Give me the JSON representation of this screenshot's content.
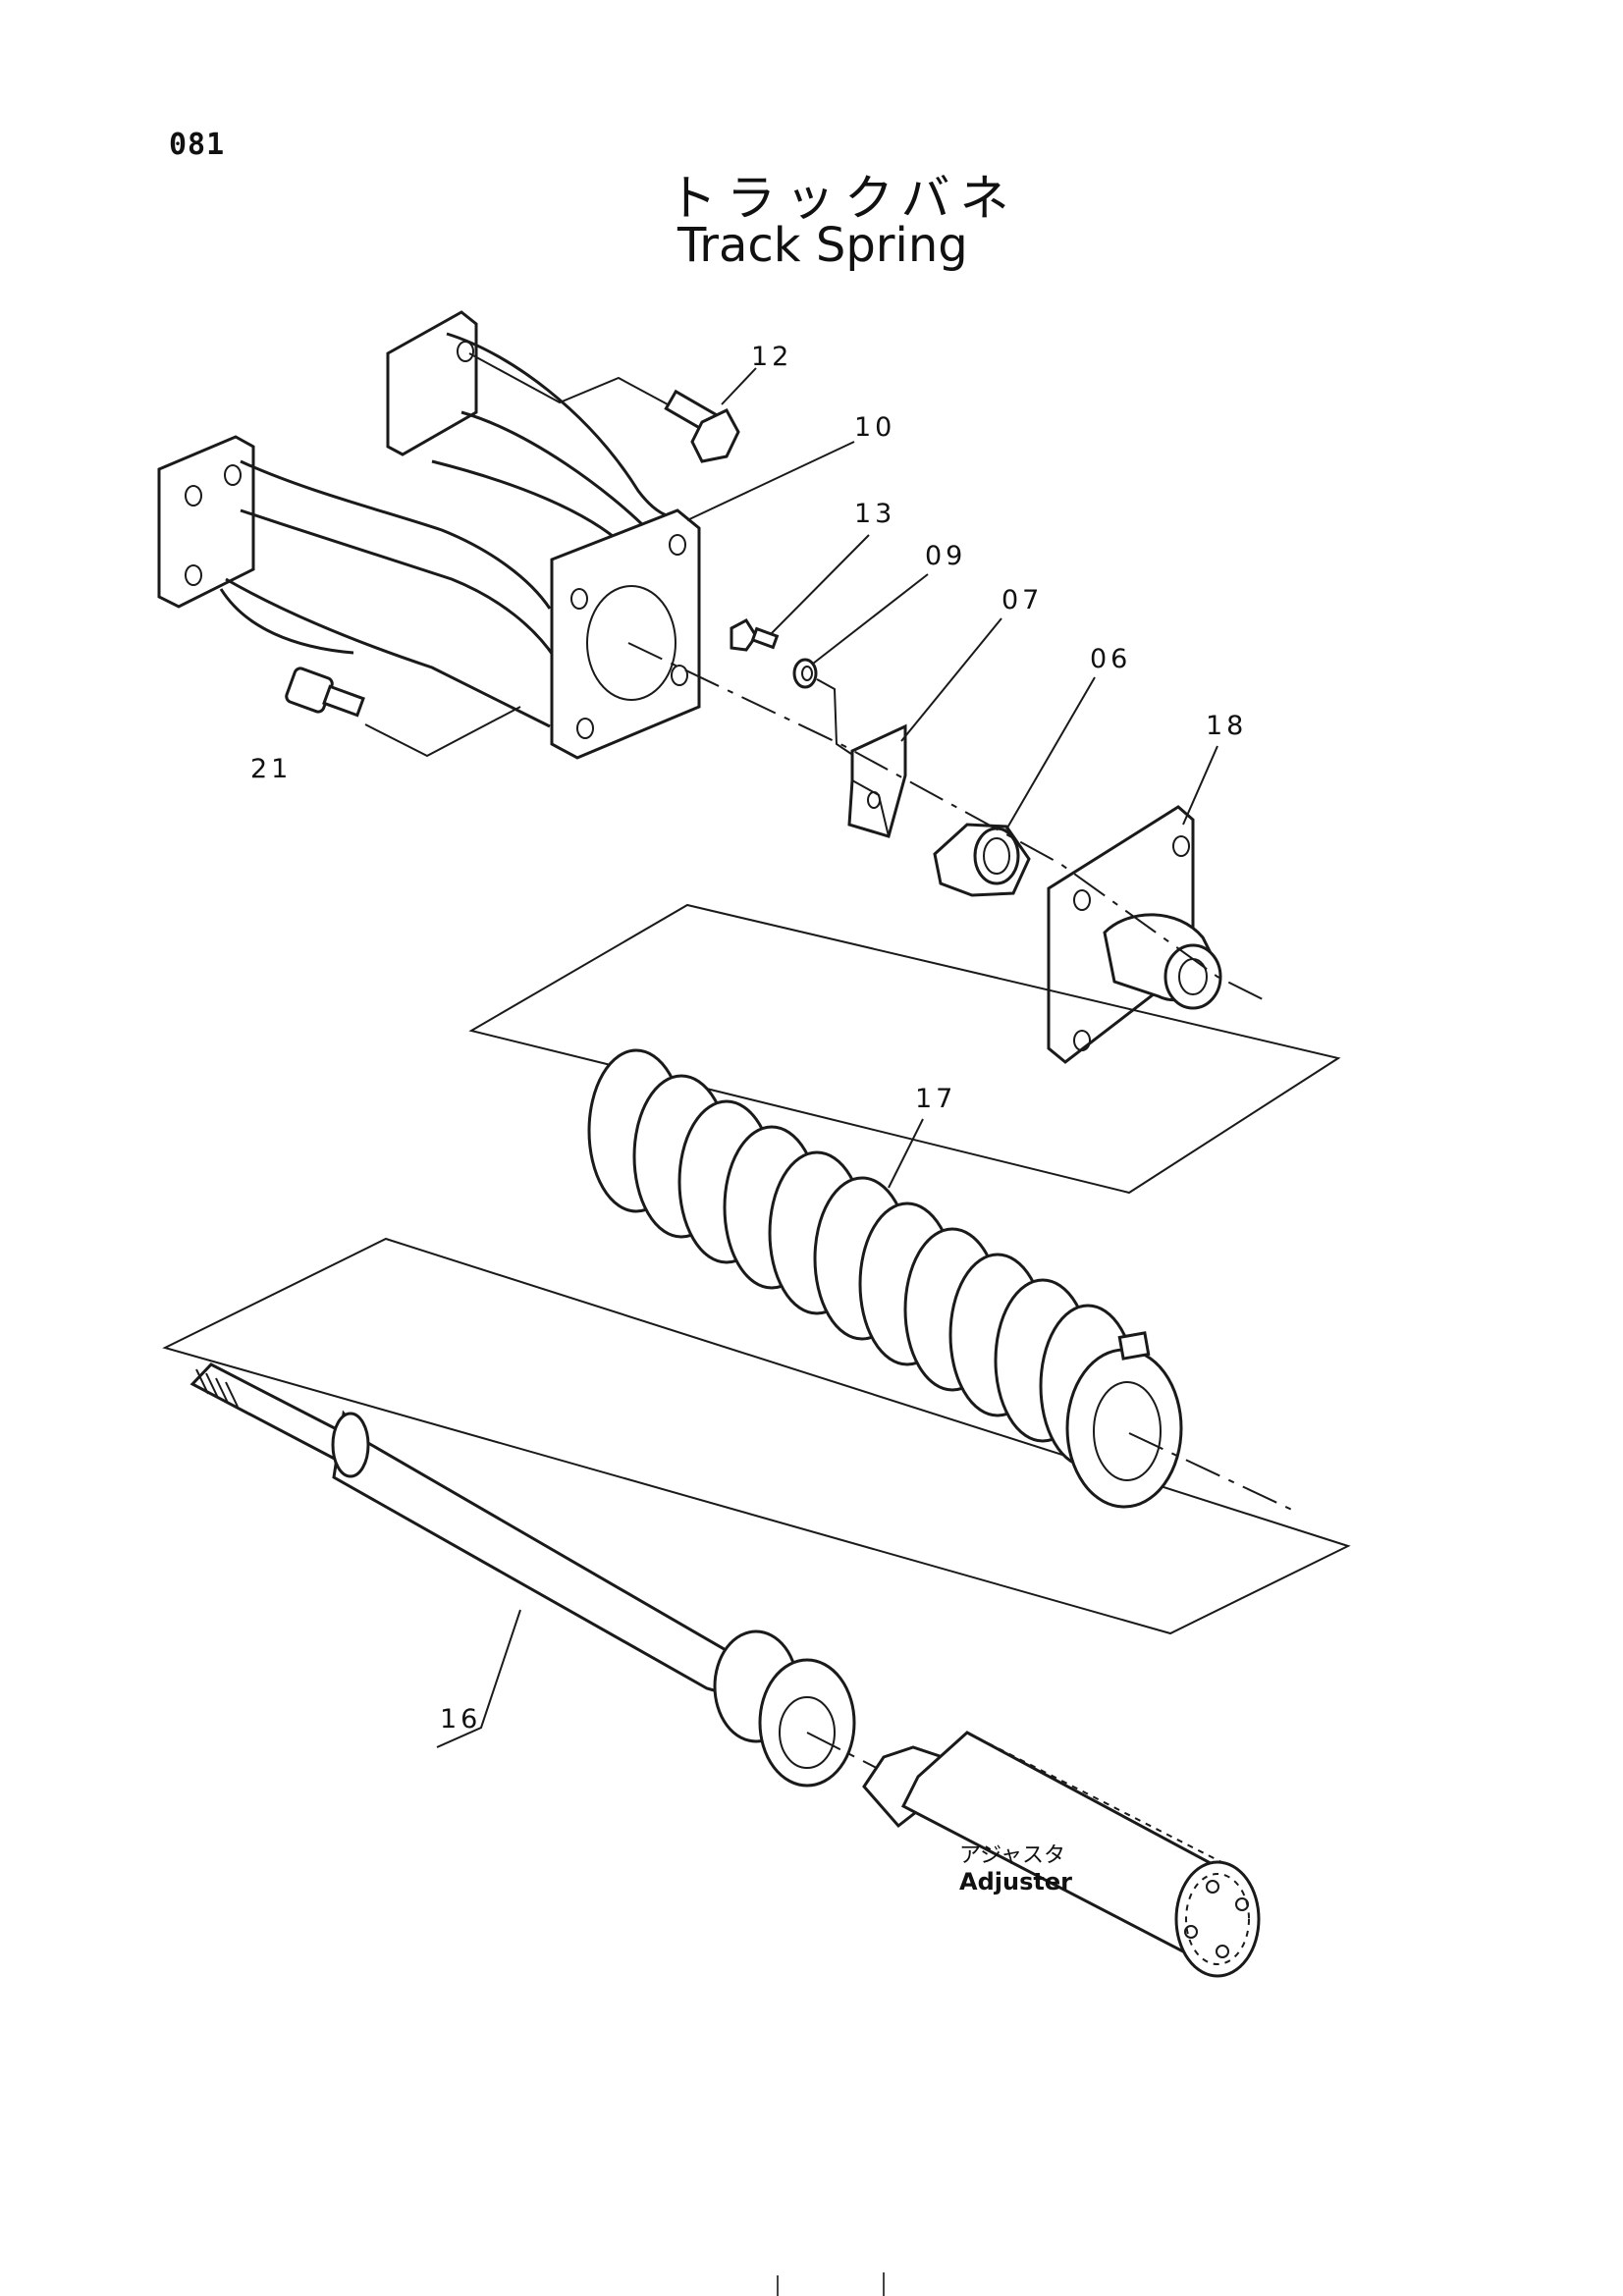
{
  "page_number": "081",
  "title": {
    "japanese": "トラックバネ",
    "english": "Track Spring"
  },
  "parts": [
    {
      "id": "bolt-12",
      "label": "12"
    },
    {
      "id": "bracket-10",
      "label": "10"
    },
    {
      "id": "bolt-13",
      "label": "13"
    },
    {
      "id": "washer-09",
      "label": "09"
    },
    {
      "id": "lock-plate-07",
      "label": "07"
    },
    {
      "id": "nut-06",
      "label": "06"
    },
    {
      "id": "flange-18",
      "label": "18"
    },
    {
      "id": "spring-17",
      "label": "17"
    },
    {
      "id": "rod-16",
      "label": "16"
    },
    {
      "id": "bolt-21",
      "label": "21"
    }
  ],
  "adjuster": {
    "japanese": "アジャスタ",
    "english": "Adjuster"
  }
}
